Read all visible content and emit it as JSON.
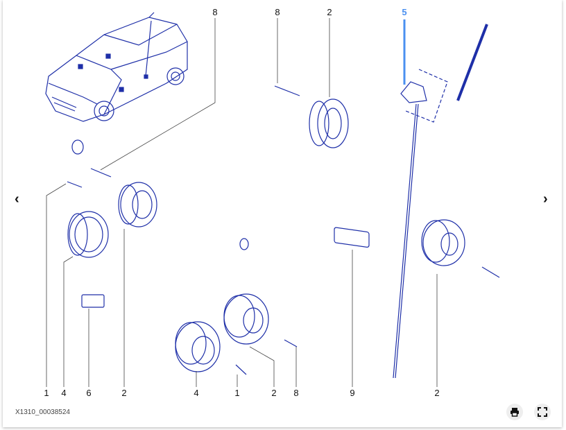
{
  "diagram": {
    "reference_code": "X1310_00038524",
    "callouts_top": [
      "8",
      "8",
      "2",
      "5"
    ],
    "callouts_bottom": [
      "1",
      "4",
      "6",
      "2",
      "4",
      "1",
      "2",
      "8",
      "9",
      "2"
    ],
    "highlighted_callout": "5",
    "highlight_color": "#4a90f0",
    "line_color": "#1e2fa8"
  },
  "controls": {
    "prev_icon": "chevron-left-icon",
    "next_icon": "chevron-right-icon",
    "print_icon": "printer-icon",
    "fullscreen_icon": "fullscreen-icon"
  }
}
